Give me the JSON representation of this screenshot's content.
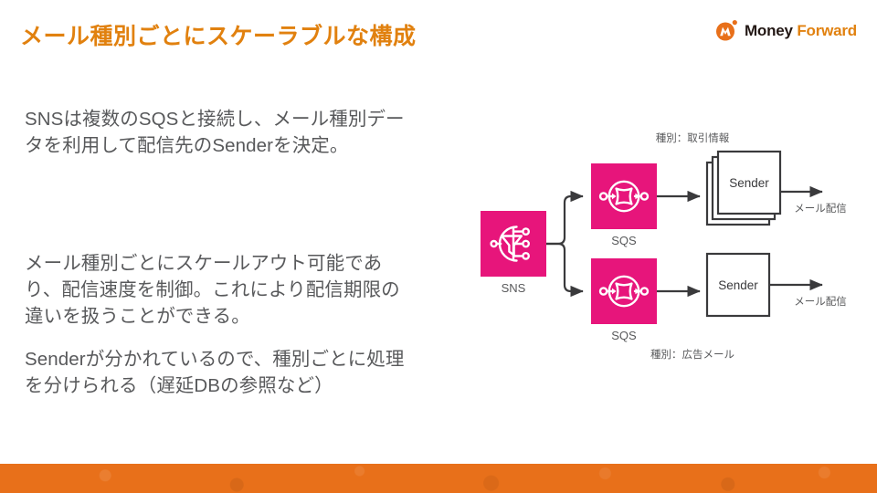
{
  "header": {
    "title": "メール種別ごとにスケーラブルな構成",
    "title_color": "#E1810F",
    "logo": {
      "name_first": "Money",
      "name_second": "Forward",
      "mark_color": "#E8701A",
      "first_color": "#231815",
      "second_color": "#E1810F"
    }
  },
  "body": {
    "paragraphs": [
      "SNSは複数のSQSと接続し、メール種別データを利用して配信先のSenderを決定。",
      "メール種別ごとにスケールアウト可能であり、配信速度を制御。これにより配信期限の違いを扱うことができる。",
      "Senderが分かれているので、種別ごとに処理を分けられる（遅延DBの参照など）"
    ],
    "text_color": "#58595B"
  },
  "diagram": {
    "accent_color": "#E7157B",
    "line_color": "#3A3A3C",
    "source": {
      "label": "SNS",
      "icon": "aws-sns-icon"
    },
    "branches": [
      {
        "category_label": "種別：取引情報",
        "queue_label": "SQS",
        "queue_icon": "aws-sqs-icon",
        "sender_label": "Sender",
        "sender_stacked": true,
        "output_label": "メール配信"
      },
      {
        "category_label": "種別：広告メール",
        "queue_label": "SQS",
        "queue_icon": "aws-sqs-icon",
        "sender_label": "Sender",
        "sender_stacked": false,
        "output_label": "メール配信"
      }
    ]
  },
  "footer": {
    "band_color": "#E8701A"
  }
}
